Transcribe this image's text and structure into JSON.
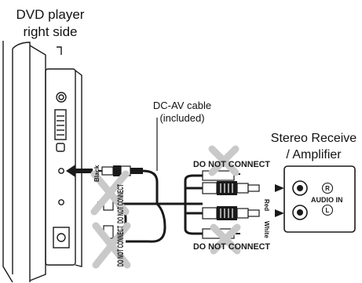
{
  "labels": {
    "dvd_title_1": "DVD player",
    "dvd_title_2": "right side",
    "cable_1": "DC-AV cable",
    "cable_2": "(included)",
    "receiver_1": "Stereo Receive",
    "receiver_2": "/ Amplifier",
    "do_not_connect": "DO NOT CONNECT",
    "black": "Black",
    "red": "Red",
    "white": "White",
    "audio_in": "AUDIO IN",
    "right_mark": "R",
    "left_mark": "L"
  },
  "colors": {
    "line": "#1a1a1a",
    "cross": "#c9c9c9",
    "panel": "#ffffff"
  }
}
